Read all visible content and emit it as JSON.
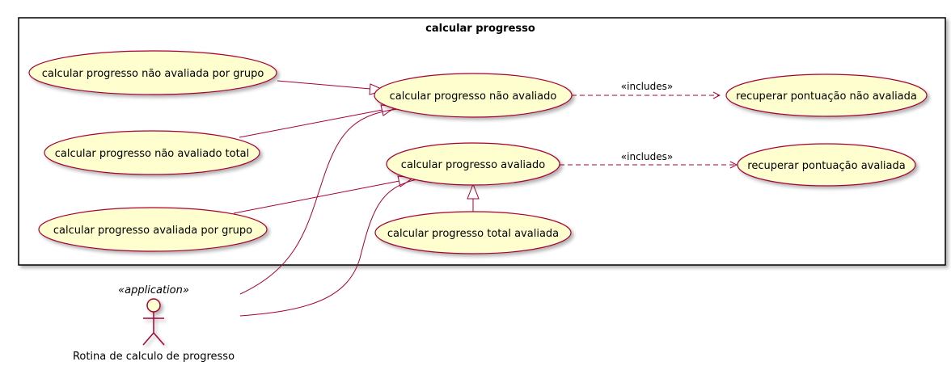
{
  "package": {
    "title": "calcular progresso"
  },
  "use_cases": {
    "nao_avaliada_grupo": "calcular progresso não avaliada por grupo",
    "nao_avaliado_total": "calcular progresso não avaliado total",
    "avaliada_grupo": "calcular progresso avaliada por grupo",
    "nao_avaliado": "calcular progresso não avaliado",
    "avaliado": "calcular progresso avaliado",
    "total_avaliada": "calcular progresso total avaliada",
    "recuperar_nao_avaliada": "recuperar pontuação não avaliada",
    "recuperar_avaliada": "recuperar pontuação avaliada"
  },
  "relations": {
    "includes_1": "«includes»",
    "includes_2": "«includes»"
  },
  "actor": {
    "stereotype": "«application»",
    "name": "Rotina de calculo de progresso"
  },
  "colors": {
    "usecase_fill": "#FEFECE",
    "usecase_border": "#A80036",
    "edge": "#A80036",
    "package_border": "#000000"
  }
}
